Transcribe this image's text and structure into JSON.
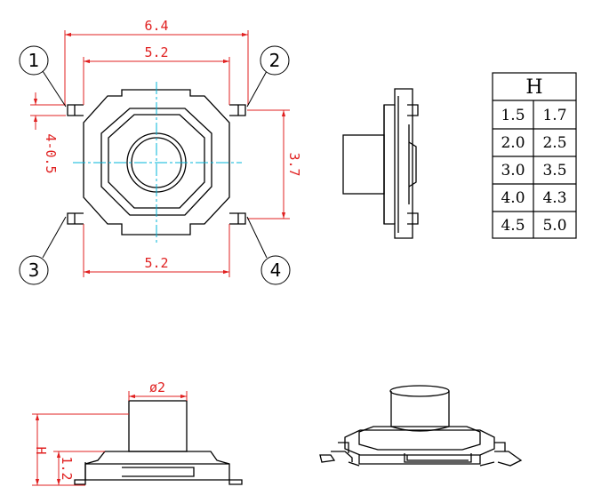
{
  "top_view": {
    "width_outer": "6.4",
    "width_inner_top": "5.2",
    "width_inner_bottom": "5.2",
    "height_pins": "3.7",
    "pin_thickness": "4-0.5"
  },
  "callouts": [
    "1",
    "2",
    "3",
    "4"
  ],
  "side_view": {
    "diameter": "ø2",
    "height": "H",
    "base_height": "1.2"
  },
  "height_table": {
    "header": "H",
    "rows": [
      [
        "1.5",
        "1.7"
      ],
      [
        "2.0",
        "2.5"
      ],
      [
        "3.0",
        "3.5"
      ],
      [
        "4.0",
        "4.3"
      ],
      [
        "4.5",
        "5.0"
      ]
    ]
  },
  "colors": {
    "outline": "#000000",
    "dimension": "#e02020",
    "centerline": "#00b4d8"
  }
}
